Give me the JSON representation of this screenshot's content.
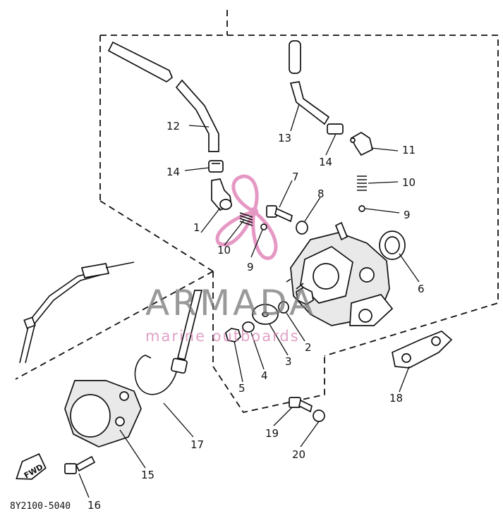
{
  "diagram": {
    "part_code": "8Y2100-5040",
    "fwd_label": "FWD",
    "callouts": [
      "1",
      "2",
      "3",
      "4",
      "5",
      "6",
      "7",
      "8",
      "9",
      "9",
      "10",
      "10",
      "11",
      "12",
      "13",
      "14",
      "14",
      "15",
      "16",
      "17",
      "18",
      "19",
      "20"
    ]
  },
  "watermark": {
    "brand": "ARMADA",
    "tagline": "marine outboards",
    "logo_color": "#e07fb6"
  }
}
